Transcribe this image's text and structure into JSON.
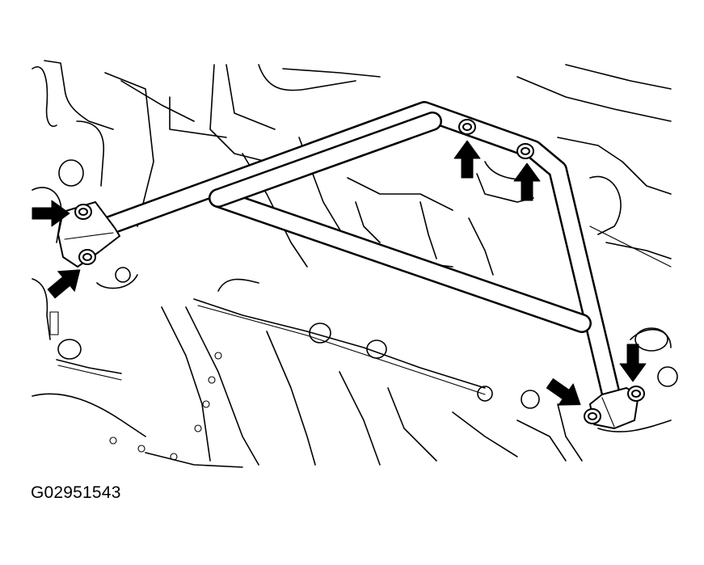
{
  "figure_code": "G02951543",
  "callouts": [
    {
      "name": "arrow-left-upper-bolt",
      "direction": "right"
    },
    {
      "name": "arrow-left-lower-bolt",
      "direction": "up-right"
    },
    {
      "name": "arrow-top-bolt-1",
      "direction": "up"
    },
    {
      "name": "arrow-top-bolt-2",
      "direction": "up"
    },
    {
      "name": "arrow-right-upper-bolt",
      "direction": "down"
    },
    {
      "name": "arrow-right-lower-bolt",
      "direction": "down-right"
    }
  ],
  "bolts": [
    "left-upper-bolt",
    "left-lower-bolt",
    "top-bolt-1",
    "top-bolt-2",
    "right-upper-bolt",
    "right-lower-bolt"
  ]
}
